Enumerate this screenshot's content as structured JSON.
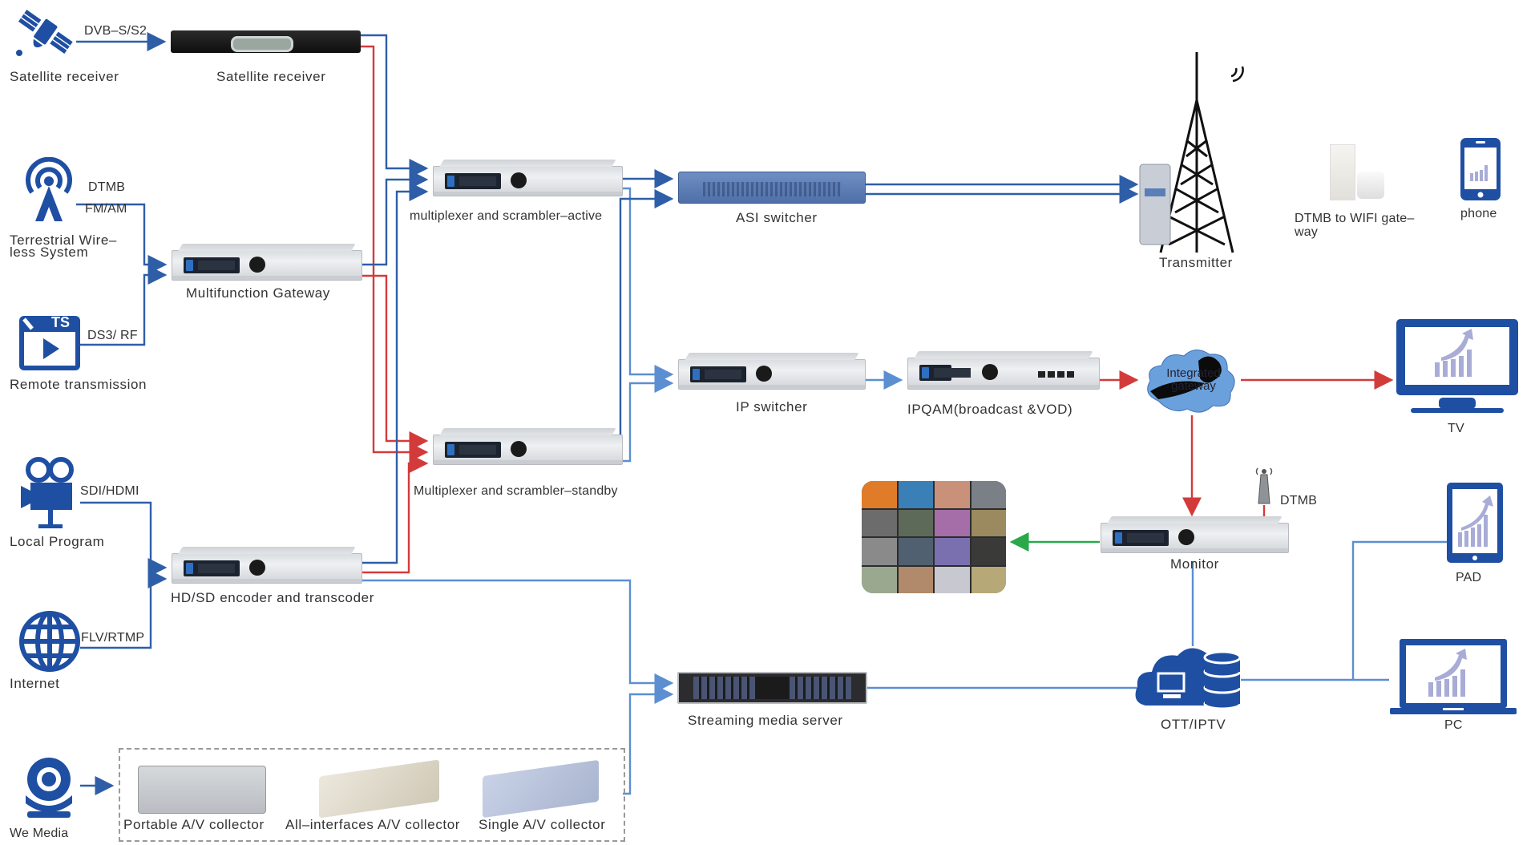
{
  "diagram": {
    "title": "Broadcast head-end system topology",
    "colors": {
      "blue_link": "#2f5ea8",
      "light_blue_link": "#5b8fd1",
      "red_link": "#d33b3b",
      "green_link": "#2aa84a",
      "icon_blue": "#1f4fa3"
    }
  },
  "sources": {
    "satellite": {
      "label": "Satellite receiver",
      "signal": "DVB–S/S2",
      "icon": "satellite-icon"
    },
    "terrestrial": {
      "label_line1": "Terrestrial  Wire–",
      "label_line2": "less System",
      "signal1": "DTMB",
      "signal2": "FM/AM",
      "icon": "radio-tower-icon"
    },
    "remote": {
      "label": "Remote transmission",
      "signal": "DS3/ RF",
      "icon": "ts-video-icon",
      "icon_text": "TS"
    },
    "local": {
      "label": "Local Program",
      "signal": "SDI/HDMI",
      "icon": "video-camera-icon"
    },
    "internet": {
      "label": "Internet",
      "signal": "FLV/RTMP",
      "icon": "globe-icon"
    },
    "wemedia": {
      "label": "We Media",
      "icon": "webcam-icon"
    }
  },
  "devices": {
    "sat_receiver": "Satellite receiver",
    "multifunction_gateway": "Multifunction Gateway",
    "mux_active": "multiplexer and scrambler–active",
    "mux_standby": "Multiplexer and scrambler–standby",
    "encoder": "HD/SD encoder and transcoder",
    "asi_switcher": "ASI switcher",
    "ip_switcher": "IP switcher",
    "ipqam": "IPQAM(broadcast &VOD)",
    "streaming_server": "Streaming media server",
    "transmitter": "Transmitter",
    "integrated_gateway": "Integrated gateway",
    "monitor": "Monitor",
    "monitor_antenna": "DTMB",
    "ott_iptv": "OTT/IPTV"
  },
  "collectors": [
    {
      "label": "Portable A/V collector"
    },
    {
      "label": "All–interfaces A/V collector"
    },
    {
      "label": "Single A/V collector"
    }
  ],
  "terminals": {
    "dtmb_wifi_line1": "DTMB  to  WIFI  gate–",
    "dtmb_wifi_line2": "way",
    "phone": "phone",
    "tv": "TV",
    "pad": "PAD",
    "pc": "PC"
  }
}
